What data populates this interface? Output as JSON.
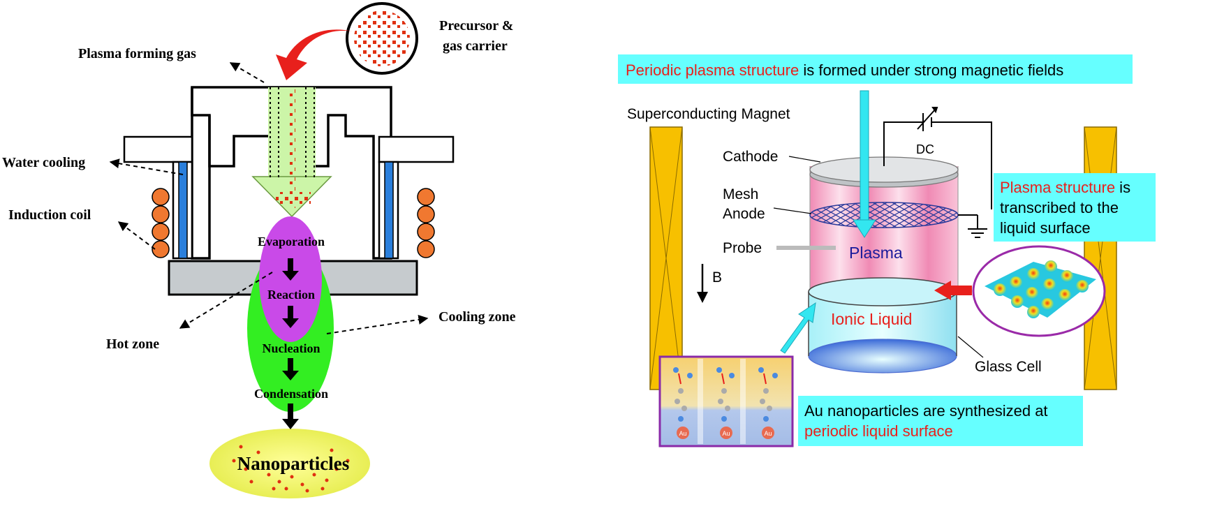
{
  "left": {
    "precursor_label": [
      "Precursor &",
      "gas carrier"
    ],
    "plasma_gas_label": "Plasma forming gas",
    "water_cooling_label": "Water cooling",
    "induction_coil_label": "Induction coil",
    "hot_zone_label": "Hot zone",
    "cooling_zone_label": "Cooling zone",
    "steps": [
      "Evaporation",
      "Reaction",
      "Nucleation",
      "Condensation"
    ],
    "result_label": "Nanoparticles"
  },
  "right": {
    "top_banner": {
      "highlight": "Periodic plasma structure",
      "rest": " is formed under strong magnetic fields"
    },
    "magnet_label": "Superconducting Magnet",
    "dc_label": "DC",
    "cathode_label": "Cathode",
    "mesh_anode_label": [
      "Mesh",
      "Anode"
    ],
    "probe_label": "Probe",
    "plasma_label": "Plasma",
    "field_label": "B",
    "ionic_liquid_label": "Ionic Liquid",
    "glass_cell_label": "Glass Cell",
    "transcribed_box": {
      "highlight": "Plasma structure",
      "line1_rest": " is",
      "line2": "transcribed to the",
      "line3": "liquid surface"
    },
    "bottom_banner": {
      "line1": "Au nanoparticles are synthesized at",
      "line2_highlight": "periodic liquid surface"
    },
    "au_label": "Au"
  },
  "colors": {
    "highlight_red": "#e8201c",
    "banner_cyan": "#66ffff",
    "magnet_gold": "#f7c000",
    "plasma_pink": "#f4a3c4",
    "purple": "#c040e0",
    "green": "#33ee22",
    "yellow_glow": "#eef066",
    "coil_orange": "#f07830",
    "arrow_cyan": "#33e6f0"
  }
}
